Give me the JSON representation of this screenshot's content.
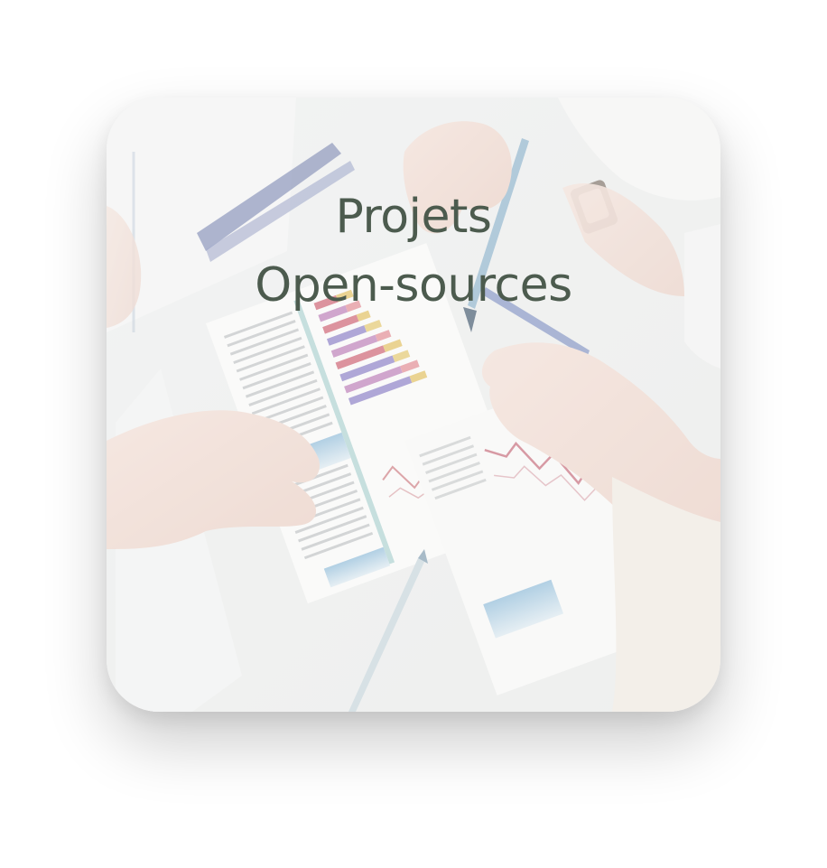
{
  "tile": {
    "title_line1": "Projets",
    "title_line2": "Open-sources",
    "background_image": "business-meeting-charts-photo"
  },
  "colors": {
    "title_text": "#4c5b4e",
    "veil": "#f8f9f6"
  }
}
